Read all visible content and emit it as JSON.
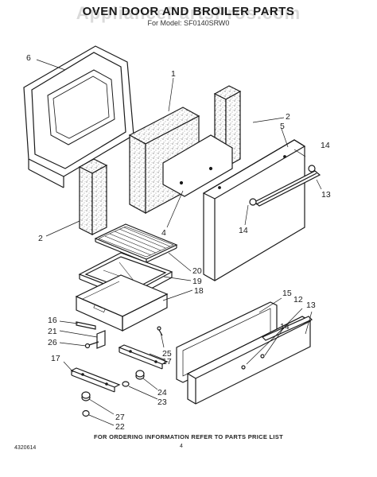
{
  "header": {
    "title": "OVEN DOOR AND BROILER PARTS",
    "model": "For Model: SF0140SRW0",
    "watermark": "AppliancePartsPros.com"
  },
  "footer": {
    "note": "FOR ORDERING INFORMATION REFER TO PARTS PRICE LIST",
    "doc_number": "4320614",
    "page_number": "4"
  },
  "callouts": {
    "c1": "1",
    "c2a": "2",
    "c2b": "2",
    "c5": "5",
    "c6": "6",
    "c12": "12",
    "c13a": "13",
    "c13b": "13",
    "c14a": "14",
    "c14b": "14",
    "c14c": "14",
    "c15": "15",
    "c16": "16",
    "c17a": "17",
    "c17b": "17",
    "c18": "18",
    "c19": "19",
    "c20": "20",
    "c21": "21",
    "c22": "22",
    "c23": "23",
    "c24": "24",
    "c25": "25",
    "c26": "26",
    "c27": "27",
    "c4": "4"
  }
}
